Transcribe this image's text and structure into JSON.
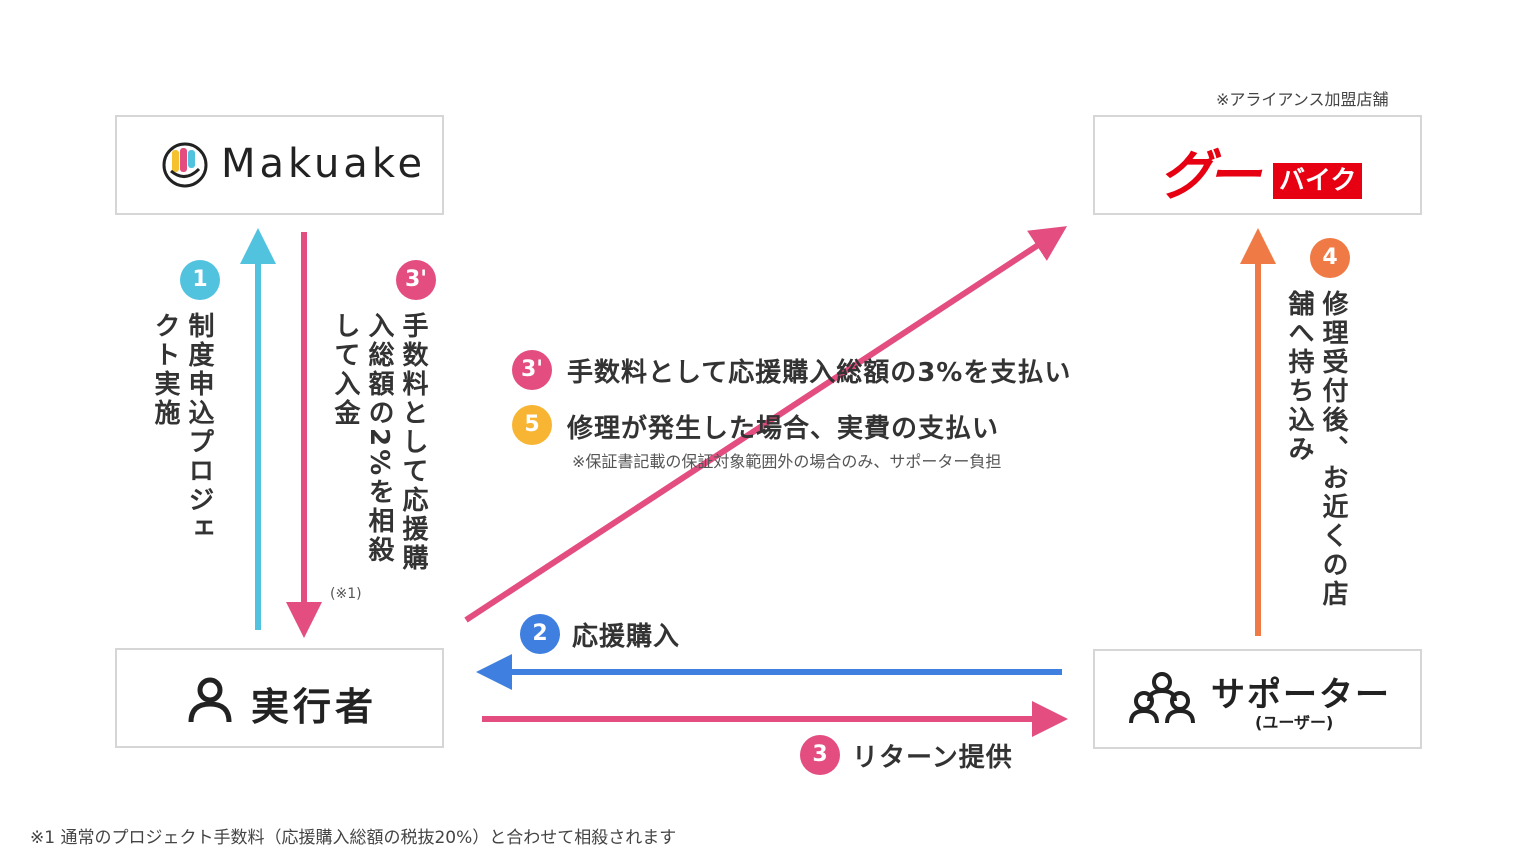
{
  "note_top": "※アライアンス加盟店舗",
  "makuake": {
    "name": "Makuake"
  },
  "goo": {
    "logo_main": "グー",
    "logo_sub": "バイク"
  },
  "executor": {
    "label": "実行者"
  },
  "supporter": {
    "label": "サポーター",
    "sub": "(ユーザー)"
  },
  "steps": {
    "s1": {
      "num": "1",
      "text": "制度申込プロジェクト実施"
    },
    "s3p_left": {
      "num": "3'",
      "text": "手数料として応援購入総額の2%を相殺して入金",
      "note": "(※1)"
    },
    "s3p_mid": {
      "num": "3'",
      "text": "手数料として応援購入総額の3%を支払い"
    },
    "s5": {
      "num": "5",
      "text": "修理が発生した場合、実費の支払い",
      "note": "※保証書記載の保証対象範囲外の場合のみ、サポーター負担"
    },
    "s4": {
      "num": "4",
      "text": "修理受付後、お近くの店舗へ持ち込み"
    },
    "s2": {
      "num": "2",
      "text": "応援購入"
    },
    "s3": {
      "num": "3",
      "text": "リターン提供"
    }
  },
  "footnote": "※1 通常のプロジェクト手数料（応援購入総額の税抜20%）と合わせて相殺されます",
  "colors": {
    "pink": "#e34d7f",
    "cyan": "#52c3df",
    "blue": "#3f7fe0",
    "orange": "#f07a45",
    "yellow": "#f7b533",
    "goo_red": "#e60012"
  },
  "icons": [
    "makuake-logo-icon",
    "person-icon",
    "group-icon"
  ]
}
